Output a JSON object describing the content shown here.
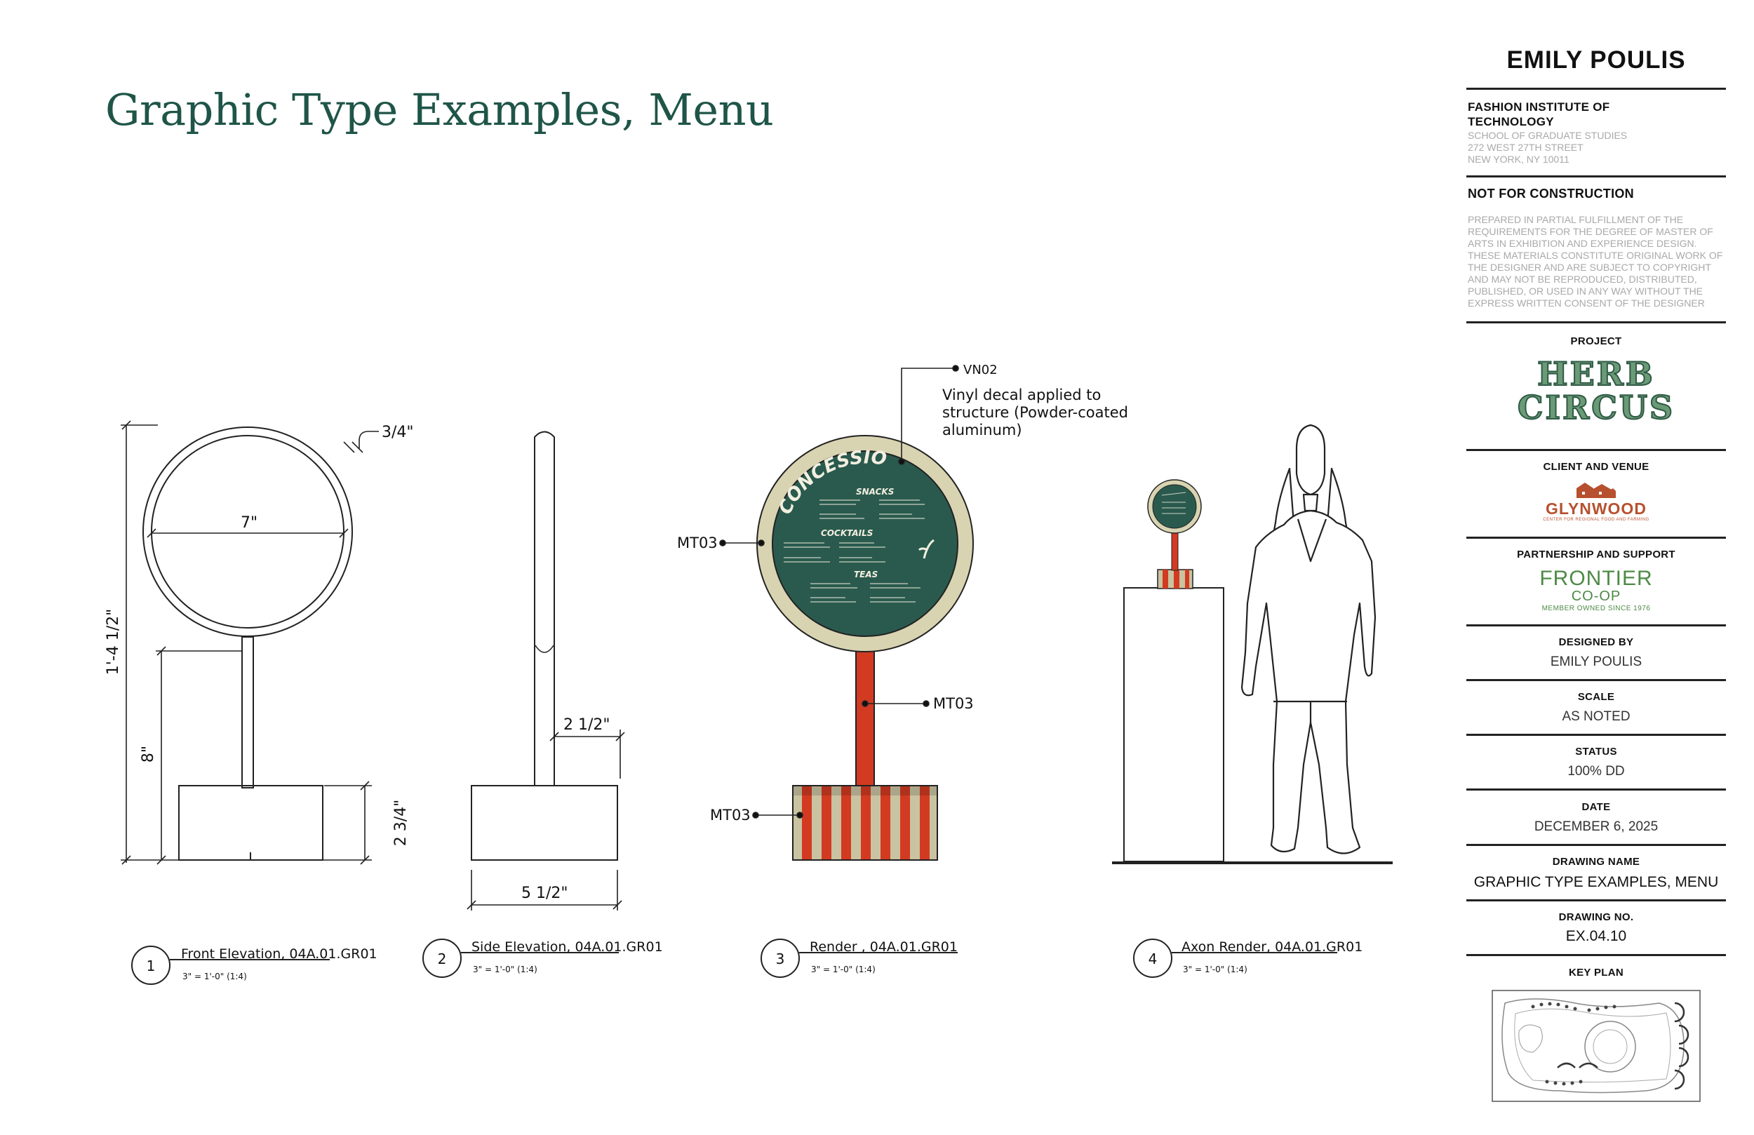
{
  "page": {
    "title": "Graphic Type Examples, Menu"
  },
  "drawing": {
    "front_elevation": {
      "dims": {
        "ring_thickness": "3/4\"",
        "inner_diameter": "7\"",
        "overall_height": "1'-4 1/2\"",
        "post_height": "8\"",
        "base_height": "2 3/4\""
      }
    },
    "side_elevation": {
      "dims": {
        "post_width": "2 1/2\"",
        "base_width": "5 1/2\""
      }
    },
    "render": {
      "callouts": {
        "vn02": "VN02",
        "vn02_note": [
          "Vinyl decal applied to",
          "structure (Powder-coated",
          "aluminum)"
        ],
        "ring": "MT03",
        "post": "MT03",
        "base": "MT03"
      },
      "menu": {
        "title": "CONCESSIONS",
        "sections": {
          "snacks": "SNACKS",
          "cocktails": "COCKTAILS",
          "teas": "TEAS"
        }
      }
    },
    "views": [
      {
        "number": "1",
        "name": "Front Elevation, 04A.01.GR01",
        "scale": "3\" = 1'-0\" (1:4)"
      },
      {
        "number": "2",
        "name": "Side Elevation, 04A.01.GR01",
        "scale": "3\" = 1'-0\" (1:4)"
      },
      {
        "number": "3",
        "name": "Render , 04A.01.GR01",
        "scale": "3\" = 1'-0\" (1:4)"
      },
      {
        "number": "4",
        "name": "Axon Render, 04A.01.GR01",
        "scale": "3\" = 1'-0\" (1:4)"
      }
    ]
  },
  "title_block": {
    "designer_name": "EMILY POULIS",
    "school": {
      "name_line1": "FASHION INSTITUTE OF",
      "name_line2": "TECHNOLOGY",
      "dept": "SCHOOL OF GRADUATE STUDIES",
      "street": "272 WEST 27TH STREET",
      "city": "NEW YORK, NY 10011"
    },
    "not_for_construction": "NOT FOR CONSTRUCTION",
    "disclaimer": [
      "PREPARED IN PARTIAL FULFILLMENT OF THE",
      "REQUIREMENTS FOR THE DEGREE OF MASTER OF",
      "ARTS IN EXHIBITION AND EXPERIENCE DESIGN.",
      "THESE MATERIALS CONSTITUTE ORIGINAL WORK OF",
      "THE DESIGNER AND ARE SUBJECT TO COPYRIGHT",
      "AND MAY NOT BE REPRODUCED, DISTRIBUTED,",
      "PUBLISHED, OR USED IN ANY WAY WITHOUT THE",
      "EXPRESS WRITTEN CONSENT OF THE DESIGNER"
    ],
    "project": {
      "label": "PROJECT",
      "logo_line1": "HERB",
      "logo_line2": "CIRCUS"
    },
    "client": {
      "label": "CLIENT AND VENUE",
      "logo": "GLYNWOOD",
      "tagline": "CENTER FOR REGIONAL FOOD AND FARMING"
    },
    "partner": {
      "label": "PARTNERSHIP AND SUPPORT",
      "logo_line1": "FRONTIER",
      "logo_line2": "CO-OP",
      "tagline": "MEMBER OWNED SINCE 1976"
    },
    "designed_by": {
      "label": "DESIGNED BY",
      "value": "EMILY POULIS"
    },
    "scale": {
      "label": "SCALE",
      "value": "AS NOTED"
    },
    "status": {
      "label": "STATUS",
      "value": "100% DD"
    },
    "date": {
      "label": "DATE",
      "value": "DECEMBER 6, 2025"
    },
    "drawing_name": {
      "label": "DRAWING NAME",
      "value": "GRAPHIC TYPE EXAMPLES, MENU"
    },
    "drawing_no": {
      "label": "DRAWING NO.",
      "value": "EX.04.10"
    },
    "key_plan": {
      "label": "KEY PLAN"
    }
  },
  "colors": {
    "title_green": "#1f5548",
    "sign_green": "#2a5a4e",
    "ring_tan": "#d8d3b1",
    "post_red": "#d23a22",
    "stripe_tan": "#c9c3a1"
  }
}
